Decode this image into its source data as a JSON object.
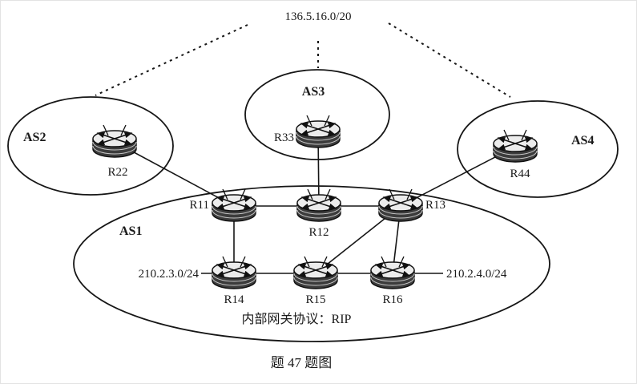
{
  "diagram": {
    "top_network": "136.5.16.0/20",
    "as2": {
      "label": "AS2",
      "router": "R22"
    },
    "as3": {
      "label": "AS3",
      "router": "R33"
    },
    "as4": {
      "label": "AS4",
      "router": "R44"
    },
    "as1": {
      "label": "AS1",
      "left_network": "210.2.3.0/24",
      "right_network": "210.2.4.0/24",
      "protocol_note": "内部网关协议：RIP",
      "routers": {
        "r11": "R11",
        "r12": "R12",
        "r13": "R13",
        "r14": "R14",
        "r15": "R15",
        "r16": "R16"
      }
    }
  },
  "caption": "题 47 题图"
}
